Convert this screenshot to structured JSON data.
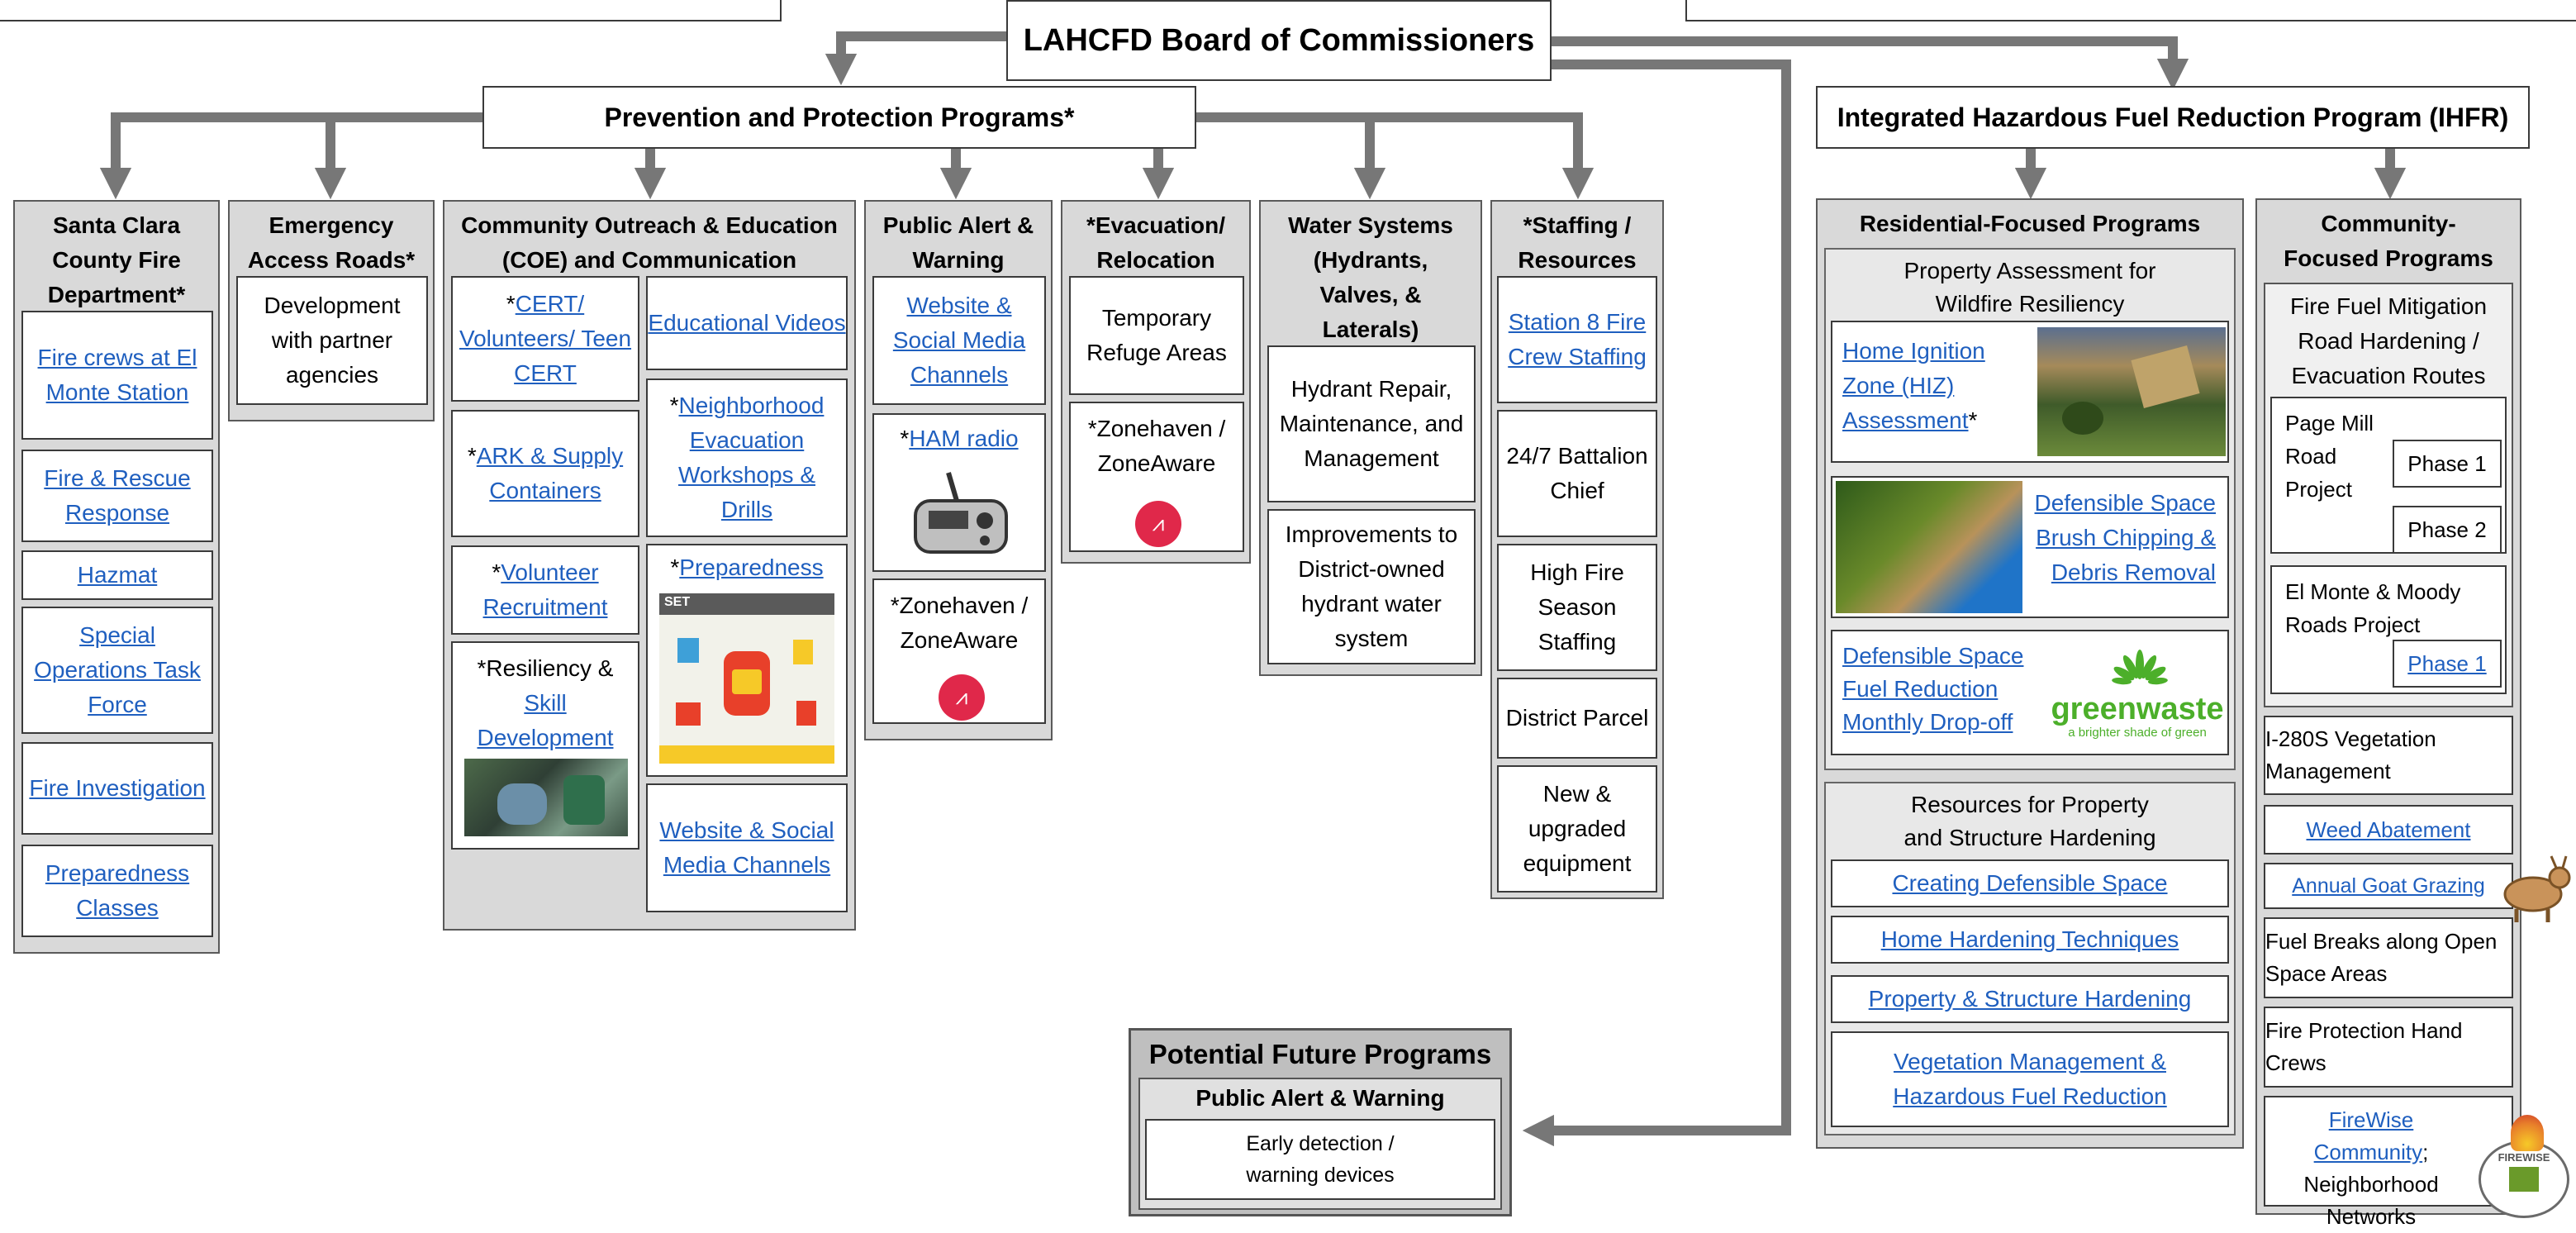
{
  "board": "LAHCFD Board of Commissioners",
  "prevention": {
    "title": "Prevention and Protection Programs*",
    "columns": {
      "sccfd": {
        "title": "Santa Clara County Fire Department*",
        "items": [
          "Fire crews at El Monte Station",
          "Fire & Rescue Response",
          "Hazmat",
          "Special Operations Task Force",
          "Fire Investigation",
          "Preparedness Classes"
        ]
      },
      "emergency_roads": {
        "title": "Emergency Access Roads*",
        "items": [
          "Development with partner agencies"
        ]
      },
      "coe": {
        "title": "Community Outreach & Education (COE) and Communication",
        "left": [
          {
            "prefix": "*",
            "link": "CERT/ Volunteers/ Teen CERT"
          },
          {
            "prefix": "*",
            "link": "ARK & Supply Containers"
          },
          {
            "prefix": "*",
            "link": "Volunteer Recruitment"
          },
          {
            "prefix": "*Resiliency & ",
            "link": "Skill Development"
          }
        ],
        "right": [
          {
            "prefix": "",
            "link": "Educational Videos"
          },
          {
            "prefix": "*",
            "link": "Neighborhood Evacuation Workshops & Drills"
          },
          {
            "prefix": "*",
            "link": "Preparedness"
          },
          {
            "prefix": "",
            "link": "Website & Social Media Channels"
          }
        ],
        "preparedness_banner": "SET"
      },
      "public_alert": {
        "title": "Public Alert & Warning",
        "items": [
          {
            "prefix": "",
            "link": "Website & Social Media Channels"
          },
          {
            "prefix": "*",
            "link": "HAM radio"
          },
          {
            "prefix": "*Zonehaven / ZoneAware",
            "link": ""
          }
        ]
      },
      "evacuation": {
        "title": "*Evacuation/ Relocation",
        "items": [
          "Temporary Refuge Areas",
          "*Zonehaven / ZoneAware"
        ]
      },
      "water": {
        "title": "Water Systems (Hydrants, Valves, & Laterals)",
        "items": [
          "Hydrant Repair, Maintenance, and Management",
          "Improvements to District-owned hydrant water system"
        ]
      },
      "staffing": {
        "title": "*Staffing / Resources",
        "items": [
          {
            "text": "Station 8 Fire Crew Staffing",
            "link": true
          },
          {
            "text": "24/7 Battalion Chief",
            "link": false
          },
          {
            "text": "High Fire Season Staffing",
            "link": false
          },
          {
            "text": "District Parcel",
            "link": false
          },
          {
            "text": "New & upgraded equipment",
            "link": false
          }
        ]
      }
    }
  },
  "ihfr": {
    "title": "Integrated Hazardous Fuel Reduction Program (IHFR)",
    "residential": {
      "title": "Residential-Focused Programs",
      "assessment_title": "Property Assessment for Wildfire Resiliency",
      "hiz_link": "Home Ignition Zone (HIZ) Assessment",
      "hiz_suffix": "*",
      "brush_link": "Defensible Space Brush Chipping & Debris Removal",
      "dropoff_link": "Defensible Space Fuel Reduction Monthly Drop-off",
      "greenwaste_name": "greenwaste",
      "greenwaste_tag": "a brighter shade of green",
      "hardening_title": "Resources for Property and Structure Hardening",
      "hardening_items": [
        "Creating Defensible Space",
        "Home Hardening Techniques",
        "Property & Structure Hardening",
        "Vegetation Management & Hazardous Fuel Reduction"
      ]
    },
    "community": {
      "title": "Community-Focused Programs",
      "mitigation_title": "Fire Fuel Mitigation Road Hardening / Evacuation Routes",
      "page_mill": "Page Mill Road Project",
      "phase1": "Phase 1",
      "phase2": "Phase 2",
      "el_monte": "El Monte & Moody Roads Project",
      "el_monte_phase": "Phase 1",
      "items": [
        {
          "text": "I-280S Vegetation Management",
          "link": false
        },
        {
          "text": "Weed Abatement",
          "link": true
        },
        {
          "text": "Annual Goat Grazing",
          "link": true
        },
        {
          "text": "Fuel Breaks along Open Space Areas",
          "link": false
        },
        {
          "text": "Fire Protection Hand Crews",
          "link": false
        }
      ],
      "firewise_link": "FireWise Community",
      "firewise_rest": "; Neighborhood Networks",
      "firewise_badge": "FIREWISE"
    }
  },
  "future": {
    "title": "Potential Future Programs",
    "subtitle": "Public Alert & Warning",
    "item": "Early detection / warning devices"
  },
  "colors": {
    "link": "#1f5fbf",
    "gray_fill": "#d9d9d9",
    "connector": "#777777",
    "zone_red": "#e0284a",
    "greenwaste_green": "#4caf2a"
  }
}
